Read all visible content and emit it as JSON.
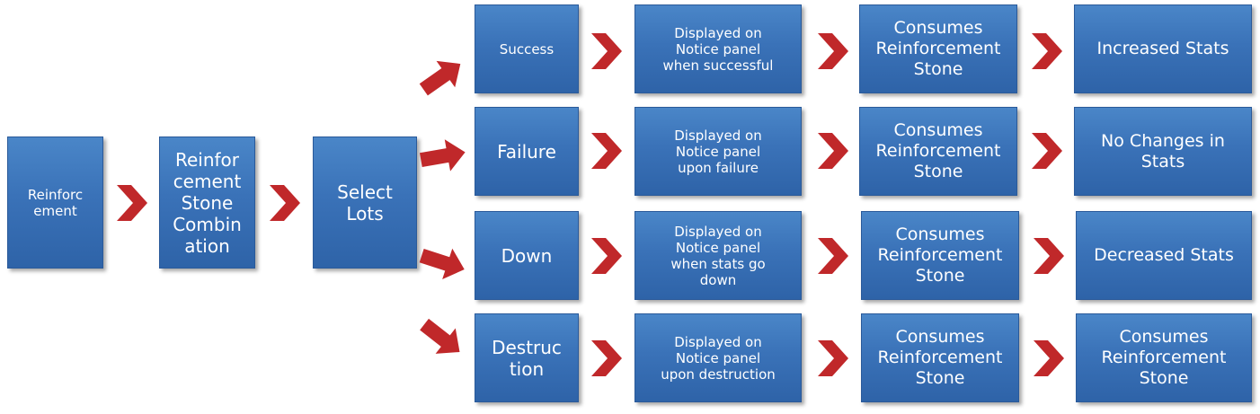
{
  "nodes": {
    "reinforcement": "Reinforc\nement",
    "stone_combination": "Reinfor\ncement\nStone\nCombin\nation",
    "select_lots": "Select\nLots",
    "success": "Success",
    "failure": "Failure",
    "down": "Down",
    "destruction": "Destruc\ntion",
    "notice_success": "Displayed on\nNotice panel\nwhen successful",
    "notice_failure": "Displayed on\nNotice panel\nupon failure",
    "notice_down": "Displayed on\nNotice panel\nwhen stats go\ndown",
    "notice_destruction": "Displayed on\nNotice panel\nupon destruction",
    "consume_success": "Consumes\nReinforcement\nStone",
    "consume_failure": "Consumes\nReinforcement\nStone",
    "consume_down": "Consumes\nReinforcement\nStone",
    "consume_destruction": "Consumes\nReinforcement\nStone",
    "result_success": "Increased Stats",
    "result_failure": "No Changes in\nStats",
    "result_down": "Decreased Stats",
    "result_destruction": "Consumes\nReinforcement\nStone"
  },
  "colors": {
    "box_fill": "#3a72b8",
    "arrow": "#c0282a"
  }
}
